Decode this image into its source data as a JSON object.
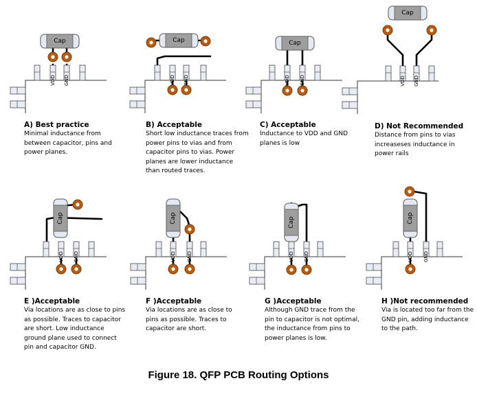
{
  "figure_caption": "Figure 18. QFP PCB Routing Options",
  "labels": {
    "cap": "Cap",
    "vdd": "VDD",
    "gnd": "GND"
  },
  "colors": {
    "via_fill": "#b85c10",
    "via_ring": "#7a3a06",
    "via_center": "#ffffff",
    "cap_body": "#9e9e9e",
    "cap_end": "#e4e8f0",
    "pin_fill": "#e8ecf4",
    "trace": "#000000"
  },
  "panels": [
    {
      "id": "A",
      "title": "A) Best practice",
      "text": "Minimal inductance from between capacitor, pins and power planes."
    },
    {
      "id": "B",
      "title": "B) Acceptable",
      "text": "Short low inductance traces from power pins to vias and from capacitor pins to vias. Power planes are lower inductance than routed traces."
    },
    {
      "id": "C",
      "title": "C) Acceptable",
      "text": "Inductance to VDD and GND planes is low"
    },
    {
      "id": "D",
      "title": "D) Not Recommended",
      "text": "Distance from pins to vias increaseses inductance in power rails"
    },
    {
      "id": "E",
      "title": "E )Acceptable",
      "text": "Via locations are as close to pins as possible. Traces to capacitor are short. Low inductance ground plane used to connect pin and capacitor GND."
    },
    {
      "id": "F",
      "title": "F )Acceptable",
      "text": "Via locations are as close to pins as possible. Traces to capacitor are short."
    },
    {
      "id": "G",
      "title": "G )Acceptable",
      "text": "Although GND trace from the pin to capacitor is not optimal, the inductance from pins to power planes is low."
    },
    {
      "id": "H",
      "title": "H )Not recommended",
      "text": "Via is located too far from the GND pin, adding inductance to the path."
    }
  ]
}
